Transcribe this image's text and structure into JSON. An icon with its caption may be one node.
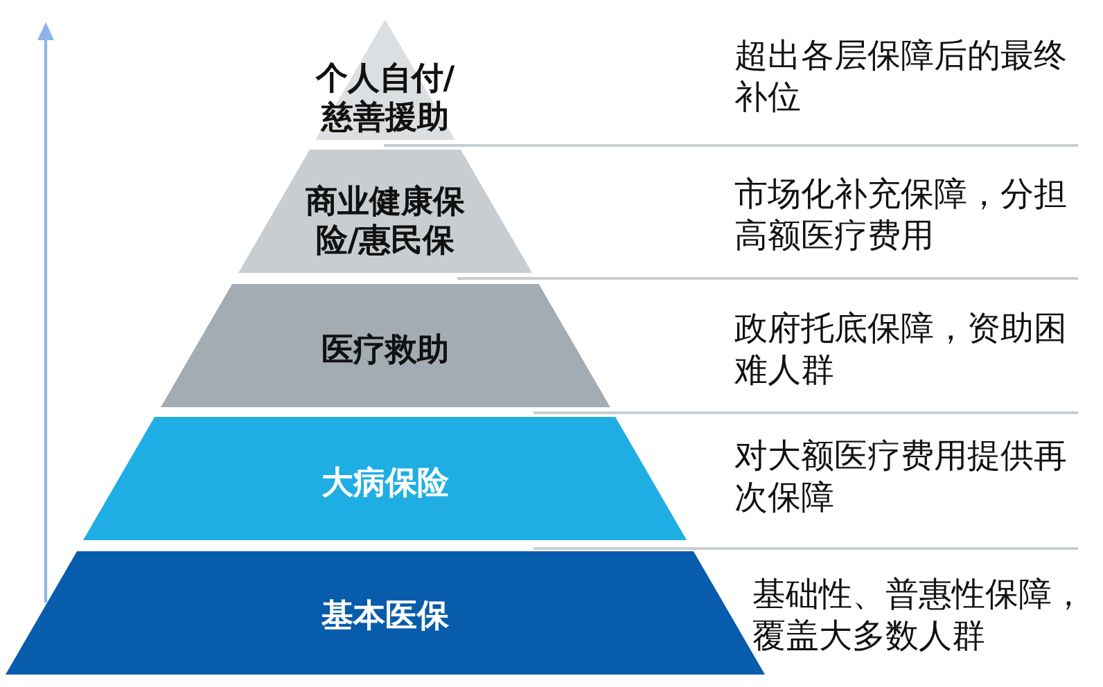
{
  "diagram": {
    "nodes": [
      {
        "text": [
          "个人自付/慈善援助"
        ]
      },
      {
        "text": [
          "商业健康保险/惠民保"
        ]
      },
      {
        "text": [
          "医疗救助"
        ]
      },
      {
        "text": [
          "大病保险"
        ]
      },
      {
        "text": [
          "基本医保"
        ]
      }
    ],
    "labels": [
      "超出各层保障后的最终补位",
      "市场化补充保障，分担高额医疗费用",
      "政府托底保障，资助困难人群",
      "对大额医疗费用提供再次保障",
      "基础性、普惠性保障，覆盖大多数人群"
    ]
  }
}
